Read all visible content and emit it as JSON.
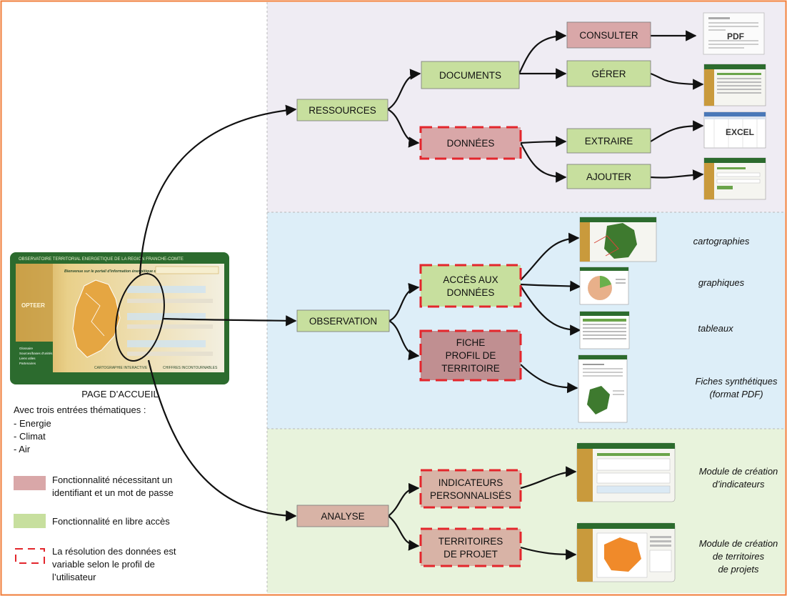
{
  "colors": {
    "frame": "#f07d3a",
    "panel_ressources": "#efecf3",
    "panel_observation": "#ddeef8",
    "panel_analyse": "#e8f3dc",
    "restricted": "#d9a7a8",
    "open": "#c7df9e",
    "analyse_node": "#d8b3a6",
    "dashed_border": "#e3262c",
    "screen_green": "#2c6b2e"
  },
  "homepage": {
    "screen_title": "OBSERVATOIRE TERRITORIAL ENERGETIQUE DE LA REGION FRANCHE-COMTE",
    "welcome": "Bienvenue sur le portail d'information énergétique de Franche-Comté",
    "logo": "OPTEER",
    "links": [
      "Glossaire",
      "Sources/bases d'unités",
      "Liens utiles",
      "Partenaires"
    ],
    "bottom_a": "CARTOGRAPHIE INTERACTIVE",
    "bottom_b": "CHIFFRES INCONTOURNABLES",
    "caption": "PAGE D’ACCUEIL",
    "intro": "Avec trois entrées thématiques :",
    "themes": [
      "- Energie",
      "- Climat",
      "- Air"
    ]
  },
  "legend": {
    "restricted_line1": "Fonctionnalité nécessitant un",
    "restricted_line2": "identifiant et un mot de passe",
    "open": "Fonctionnalité en libre accès",
    "variable_line1": "La résolution des données est",
    "variable_line2": "variable selon le profil de",
    "variable_line3": "l’utilisateur"
  },
  "nodes": {
    "ressources": "RESSOURCES",
    "documents": "DOCUMENTS",
    "consulter": "CONSULTER",
    "gerer": "GÉRER",
    "donnees": "DONNÉES",
    "extraire": "EXTRAIRE",
    "ajouter": "AJOUTER",
    "observation": "OBSERVATION",
    "acces_line1": "ACCÈS AUX",
    "acces_line2": "DONNÉES",
    "fiche_line1": "FICHE",
    "fiche_line2": "PROFIL DE",
    "fiche_line3": "TERRITOIRE",
    "analyse": "ANALYSE",
    "indic_line1": "INDICATEURS",
    "indic_line2": "PERSONNALISÉS",
    "terr_line1": "TERRITOIRES",
    "terr_line2": "DE PROJET"
  },
  "thumbs": {
    "pdf": "PDF",
    "excel": "EXCEL"
  },
  "outputs": {
    "cartographies": "cartographies",
    "graphiques": "graphiques",
    "tableaux": "tableaux",
    "fiches_line1": "Fiches synthétiques",
    "fiches_line2": "(format PDF)",
    "mod_ind_line1": "Module de création",
    "mod_ind_line2": "d’indicateurs",
    "mod_terr_line1": "Module de création",
    "mod_terr_line2": "de territoires",
    "mod_terr_line3": "de projets"
  }
}
